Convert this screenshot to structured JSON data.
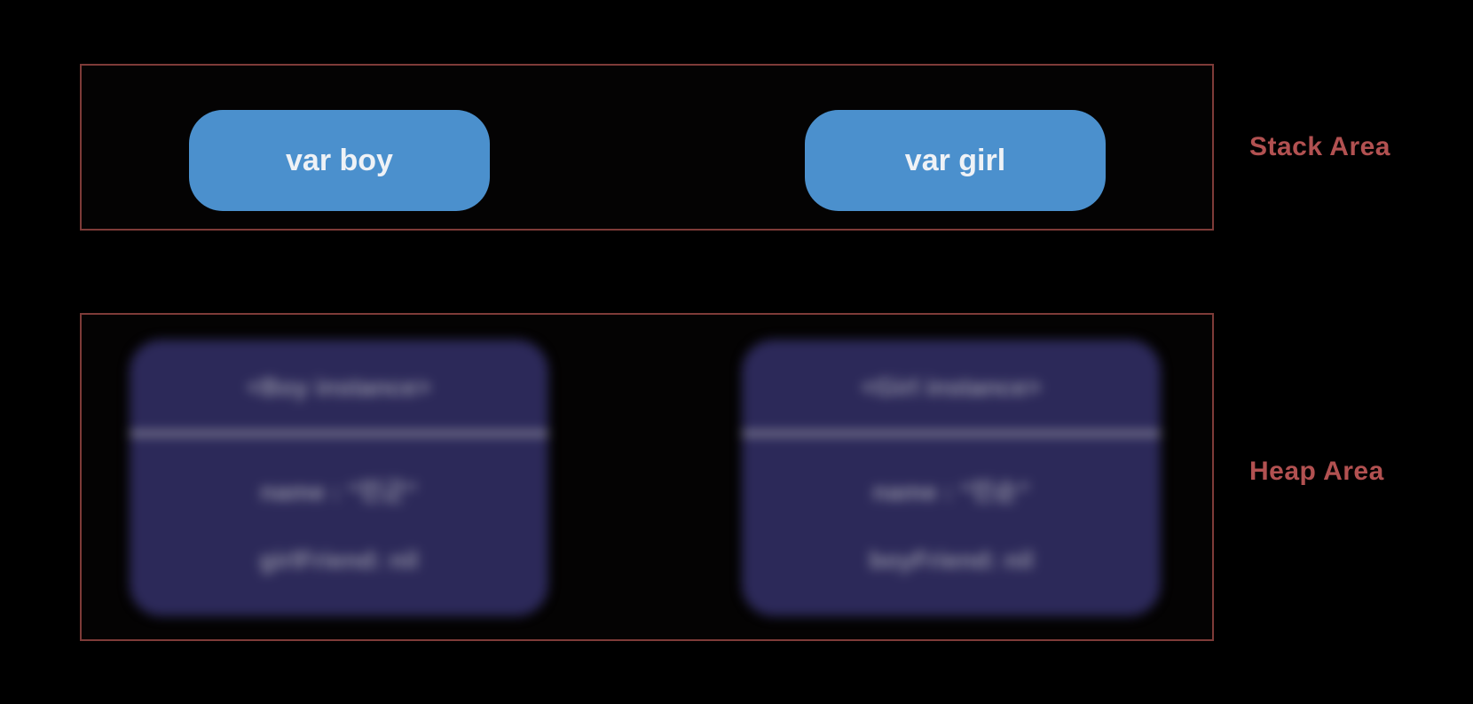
{
  "stack_area": {
    "label": "Stack Area",
    "variables": [
      {
        "name": "var boy"
      },
      {
        "name": "var girl"
      }
    ]
  },
  "heap_area": {
    "label": "Heap Area",
    "instances": [
      {
        "title": "<Boy instance>",
        "fields": [
          "name : “민군”",
          "girlFriend: nil"
        ]
      },
      {
        "title": "<Girl instance>",
        "fields": [
          "name : “민순”",
          "boyFriend: nil"
        ]
      }
    ]
  },
  "colors": {
    "background": "#000000",
    "area_border": "#7e3b38",
    "area_label": "#b25151",
    "stack_node_fill": "#4b90cd",
    "stack_node_text": "#eff2f6",
    "heap_card_fill": "#2c2959",
    "heap_card_text": "#8f8ea2",
    "heap_card_divider": "#8a889b"
  }
}
